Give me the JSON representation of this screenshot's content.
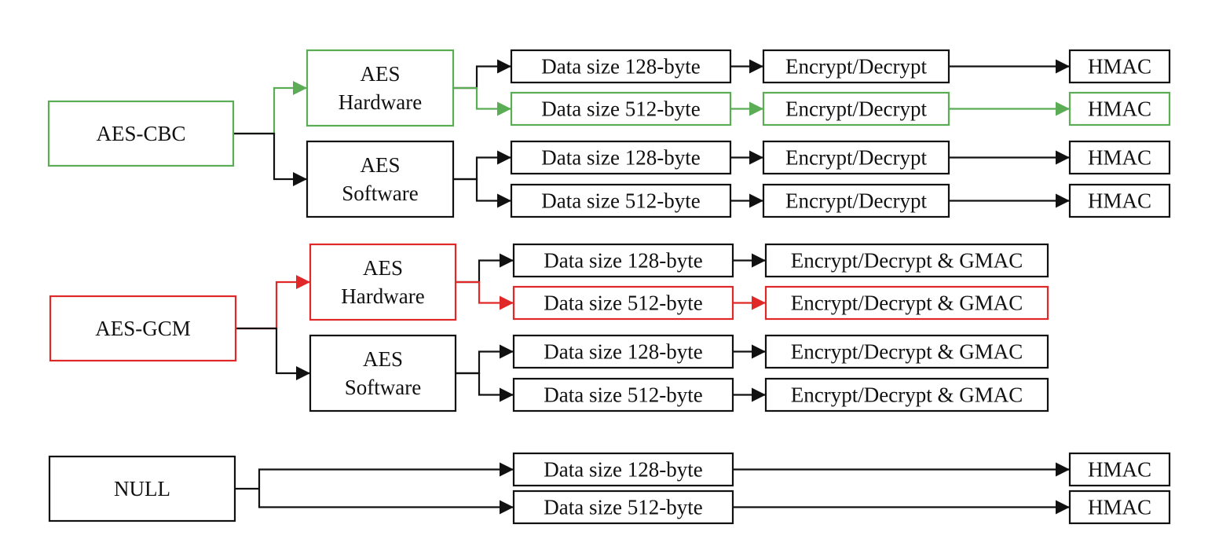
{
  "colors": {
    "default": "#111111",
    "green": "#5aad55",
    "red": "#e02828"
  },
  "labels": {
    "aes_cbc": "AES-CBC",
    "aes_gcm": "AES-GCM",
    "null": "NULL",
    "aes": "AES",
    "hardware": "Hardware",
    "software": "Software",
    "data_128": "Data size 128-byte",
    "data_512": "Data size 512-byte",
    "encrypt_decrypt": "Encrypt/Decrypt",
    "encrypt_decrypt_gmac": "Encrypt/Decrypt & GMAC",
    "hmac": "HMAC"
  },
  "groups": [
    {
      "id": "cbc",
      "mode": "aes_cbc",
      "highlight": "green",
      "branches": [
        {
          "impl": "hardware",
          "highlight": "green",
          "rows": [
            {
              "size": "data_128",
              "op": "encrypt_decrypt",
              "mac": "hmac",
              "highlight": null
            },
            {
              "size": "data_512",
              "op": "encrypt_decrypt",
              "mac": "hmac",
              "highlight": "green"
            }
          ]
        },
        {
          "impl": "software",
          "highlight": null,
          "rows": [
            {
              "size": "data_128",
              "op": "encrypt_decrypt",
              "mac": "hmac",
              "highlight": null
            },
            {
              "size": "data_512",
              "op": "encrypt_decrypt",
              "mac": "hmac",
              "highlight": null
            }
          ]
        }
      ]
    },
    {
      "id": "gcm",
      "mode": "aes_gcm",
      "highlight": "red",
      "branches": [
        {
          "impl": "hardware",
          "highlight": "red",
          "rows": [
            {
              "size": "data_128",
              "op": "encrypt_decrypt_gmac",
              "highlight": null
            },
            {
              "size": "data_512",
              "op": "encrypt_decrypt_gmac",
              "highlight": "red"
            }
          ]
        },
        {
          "impl": "software",
          "highlight": null,
          "rows": [
            {
              "size": "data_128",
              "op": "encrypt_decrypt_gmac",
              "highlight": null
            },
            {
              "size": "data_512",
              "op": "encrypt_decrypt_gmac",
              "highlight": null
            }
          ]
        }
      ]
    },
    {
      "id": "null",
      "mode": "null",
      "highlight": null,
      "rows": [
        {
          "size": "data_128",
          "mac": "hmac"
        },
        {
          "size": "data_512",
          "mac": "hmac"
        }
      ]
    }
  ]
}
